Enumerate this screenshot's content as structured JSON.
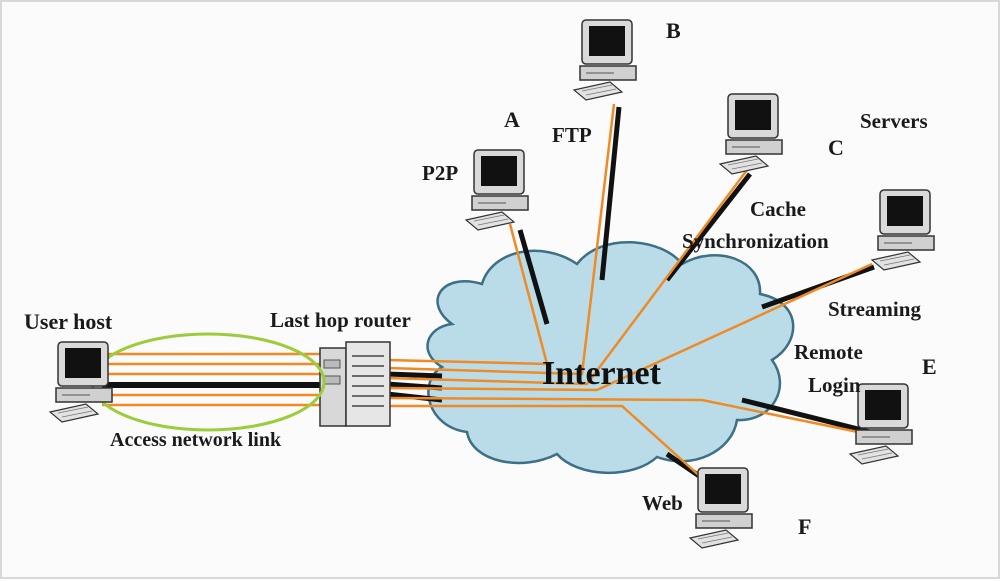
{
  "labels": {
    "user_host": "User host",
    "router": "Last hop router",
    "access_link": "Access network link",
    "internet": "Internet",
    "servers": "Servers",
    "p2p": "P2P",
    "ftp": "FTP",
    "cache_line1": "Cache",
    "cache_line2": "Synchronization",
    "streaming": "Streaming",
    "remote_line1": "Remote",
    "remote_line2": "Login",
    "web": "Web"
  },
  "host_ids": {
    "a": "A",
    "b": "B",
    "c": "C",
    "e": "E",
    "f": "F"
  },
  "colors": {
    "flow": "#f08a24",
    "link": "#111111",
    "cloud_fill": "#b9dce8",
    "cloud_stroke": "#3d6f86",
    "ellipse": "#9ccc3c"
  }
}
